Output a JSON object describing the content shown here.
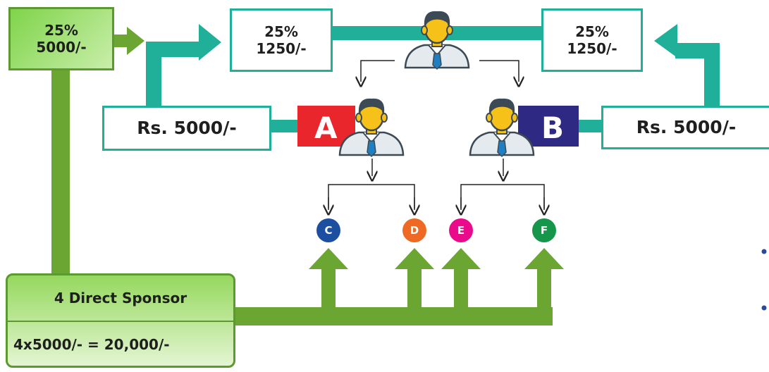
{
  "top_left_box": {
    "percent": "25%",
    "amount": "5000/-"
  },
  "top_center_left_box": {
    "percent": "25%",
    "amount": "1250/-"
  },
  "top_center_right_box": {
    "percent": "25%",
    "amount": "1250/-"
  },
  "left_rs_box": "Rs. 5000/-",
  "right_rs_box": "Rs. 5000/-",
  "leg_a": {
    "label": "A",
    "color": "#e8262b"
  },
  "leg_b": {
    "label": "B",
    "color": "#2e2a84"
  },
  "nodes": [
    {
      "label": "C",
      "color": "#1c4fa0"
    },
    {
      "label": "D",
      "color": "#ee6a24"
    },
    {
      "label": "E",
      "color": "#ea0b8a"
    },
    {
      "label": "F",
      "color": "#15964a"
    }
  ],
  "sponsor_box": {
    "title": "4 Direct Sponsor",
    "calc": "4x5000/- = 20,000/-"
  },
  "colors": {
    "teal": "#20b09a",
    "green": "#6ba633",
    "person_face": "#f6c21a",
    "person_hair": "#3b4a55",
    "tie": "#1f7fc0"
  }
}
